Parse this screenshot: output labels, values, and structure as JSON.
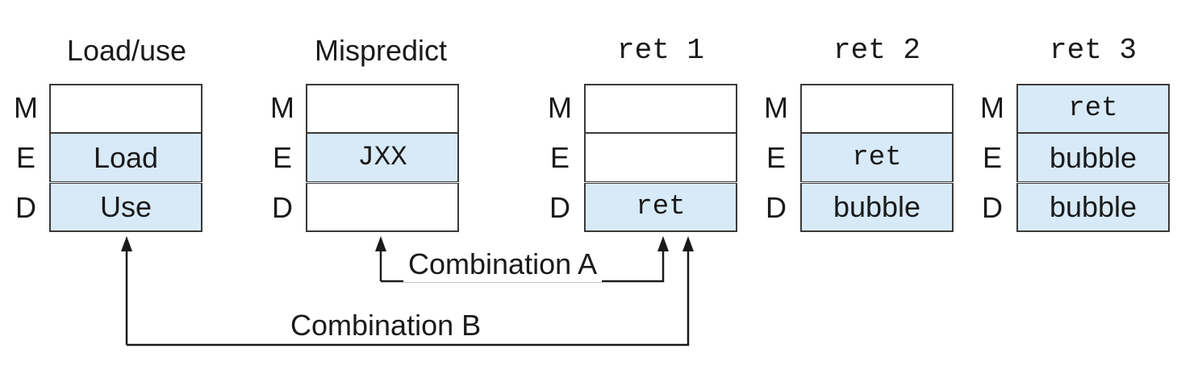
{
  "columns": [
    {
      "title": "Load/use",
      "title_style": "sans",
      "stages": {
        "M": "",
        "E": "Load",
        "D": "Use"
      },
      "filled": {
        "M": false,
        "E": true,
        "D": true
      },
      "mono": {
        "M": false,
        "E": false,
        "D": false
      }
    },
    {
      "title": "Mispredict",
      "title_style": "sans",
      "stages": {
        "M": "",
        "E": "JXX",
        "D": ""
      },
      "filled": {
        "M": false,
        "E": true,
        "D": false
      },
      "mono": {
        "M": false,
        "E": true,
        "D": false
      }
    },
    {
      "title": "ret 1",
      "title_style": "mono",
      "stages": {
        "M": "",
        "E": "",
        "D": "ret"
      },
      "filled": {
        "M": false,
        "E": false,
        "D": true
      },
      "mono": {
        "M": false,
        "E": false,
        "D": true
      }
    },
    {
      "title": "ret 2",
      "title_style": "mono",
      "stages": {
        "M": "",
        "E": "ret",
        "D": "bubble"
      },
      "filled": {
        "M": false,
        "E": true,
        "D": true
      },
      "mono": {
        "M": false,
        "E": true,
        "D": false
      }
    },
    {
      "title": "ret 3",
      "title_style": "mono",
      "stages": {
        "M": "ret",
        "E": "bubble",
        "D": "bubble"
      },
      "filled": {
        "M": true,
        "E": true,
        "D": true
      },
      "mono": {
        "M": true,
        "E": false,
        "D": false
      }
    }
  ],
  "stage_letters": {
    "M": "M",
    "E": "E",
    "D": "D"
  },
  "combinations": {
    "a": "Combination A",
    "b": "Combination B"
  },
  "colors": {
    "fill": "#d8eaf8",
    "border": "#3a3a3a",
    "line": "#1a1a1a"
  }
}
